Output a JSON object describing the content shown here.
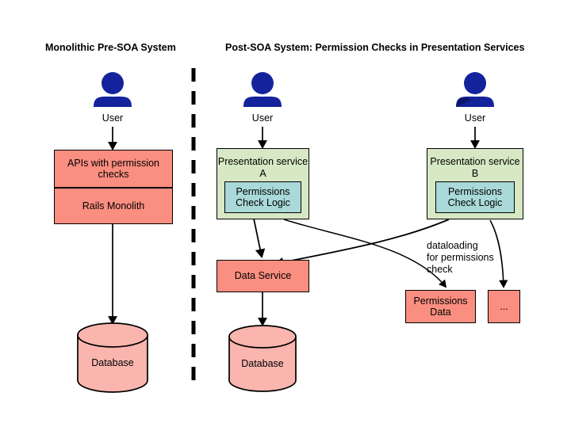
{
  "diagram": {
    "titles": {
      "left": "Monolithic Pre-SOA System",
      "right": "Post-SOA System: Permission Checks in Presentation Services"
    },
    "colors": {
      "salmon": "#fa8e80",
      "green": "#d7e8c4",
      "teal": "#a9d9d8",
      "database_pink": "#fab5ae",
      "actor_blue": "#14239c",
      "stroke": "#000000",
      "background": "#ffffff"
    },
    "left_column": {
      "actor_label": "User",
      "api_box": "APIs with permission checks",
      "monolith_box": "Rails Monolith",
      "database_label": "Database"
    },
    "middle_column": {
      "actor_label": "User",
      "service_title": "Presentation service A",
      "permissions_box": "Permissions Check Logic",
      "data_service_box": "Data Service",
      "database_label": "Database"
    },
    "right_column": {
      "actor_label": "User",
      "service_title": "Presentation service B",
      "permissions_box": "Permissions Check Logic",
      "permissions_data_box": "Permissions Data",
      "ellipsis_box": "..."
    },
    "annotation": "dataloading\nfor permissions\ncheck"
  }
}
